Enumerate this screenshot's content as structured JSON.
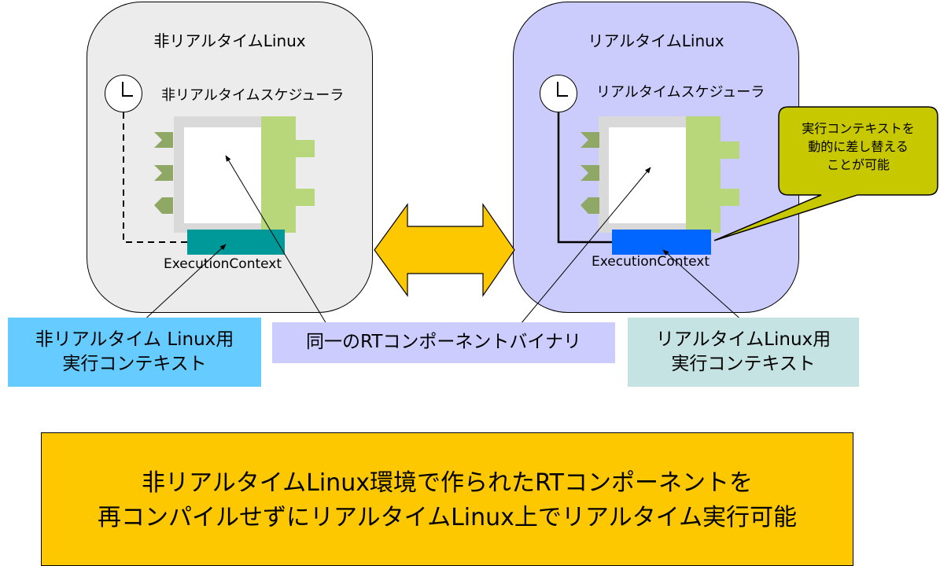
{
  "left_panel": {
    "title": "非リアルタイムLinux",
    "scheduler_label": "非リアルタイムスケジューラ",
    "ec_label": "ExecutionContext"
  },
  "right_panel": {
    "title": "リアルタイムLinux",
    "scheduler_label": "リアルタイムスケジューラ",
    "ec_label": "ExecutionContext"
  },
  "callout": {
    "line1": "実行コンテキストを",
    "line2": "動的に差し替える",
    "line3": "ことが可能"
  },
  "labels": {
    "nonrt_ec_line1": "非リアルタイム Linux用",
    "nonrt_ec_line2": "実行コンテキスト",
    "same_binary": "同一のRTコンポーネントバイナリ",
    "rt_ec_line1": "リアルタイムLinux用",
    "rt_ec_line2": "実行コンテキスト"
  },
  "bottom": {
    "line1": "非リアルタイムLinux環境で作られたRTコンポーネントを",
    "line2": "再コンパイルせずにリアルタイムLinux上でリアルタイム実行可能"
  },
  "colors": {
    "left_panel_bg": "#ececec",
    "right_panel_bg": "#ccccfc",
    "nonrt_ec": "#009999",
    "rt_ec": "#0066ff",
    "nonrt_label_bg": "#66ccff",
    "binary_label_bg": "#ccccff",
    "rt_label_bg": "#c5e3e3",
    "callout_bg": "#c8c800",
    "arrow_fill": "#fdc800",
    "bottom_bg": "#fdc800"
  }
}
